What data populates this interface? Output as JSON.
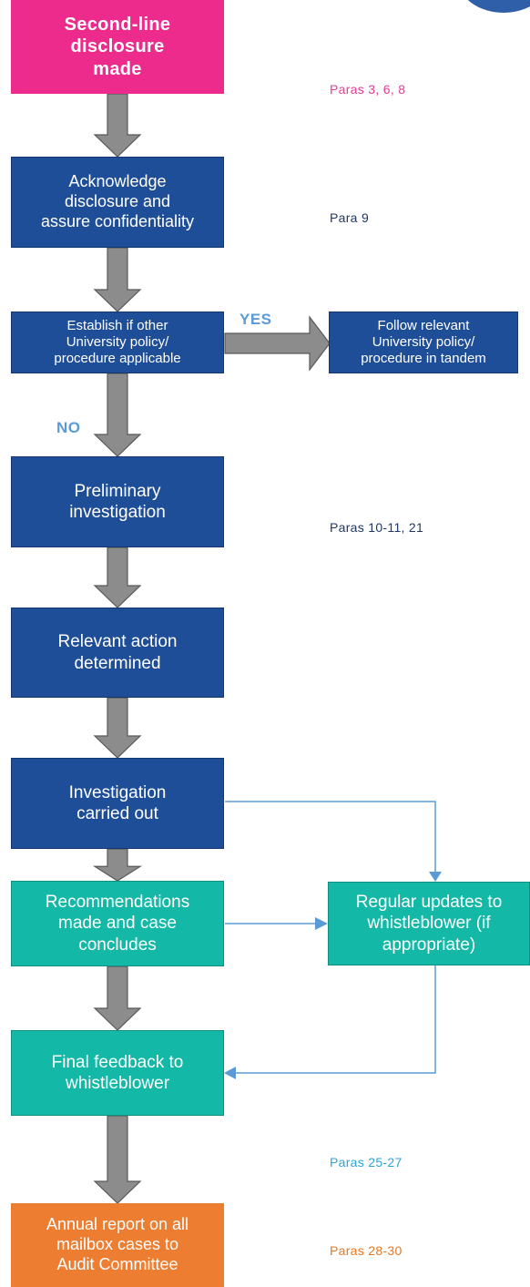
{
  "colors": {
    "pink": "#ec2b8c",
    "blue": "#1f4e99",
    "teal": "#14b8a6",
    "orange": "#ed7d31",
    "arrow_fill": "#8c8c8c",
    "connector": "#5b9bd5",
    "ref_pink": "#e43c97",
    "ref_blue": "#1f3864",
    "ref_cyan": "#2ea3d8",
    "ref_orange": "#e87722"
  },
  "steps": {
    "disclosure": "Second-line\ndisclosure\nmade",
    "acknowledge": "Acknowledge\ndisclosure and\nassure confidentiality",
    "establish": "Establish if other\nUniversity policy/\nprocedure applicable",
    "follow_policy": "Follow relevant\nUniversity policy/\nprocedure in tandem",
    "preliminary": "Preliminary\ninvestigation",
    "action": "Relevant action\ndetermined",
    "investigation": "Investigation\ncarried out",
    "recommendations": "Recommendations\nmade and case\nconcludes",
    "updates": "Regular updates to\nwhistleblower (if\nappropriate)",
    "final_feedback": "Final feedback to\nwhistleblower",
    "annual_report": "Annual report on all\nmailbox cases to\nAudit Committee"
  },
  "decision_labels": {
    "yes": "YES",
    "no": "NO"
  },
  "references": {
    "paras_3_6_8": "Paras 3, 6, 8",
    "para_9": "Para 9",
    "paras_10_11_21": "Paras 10-11, 21",
    "paras_25_27": "Paras 25-27",
    "paras_28_30": "Paras 28-30"
  },
  "decoration": {
    "corner_badge_icon": "partial-blue-circle-logo"
  }
}
